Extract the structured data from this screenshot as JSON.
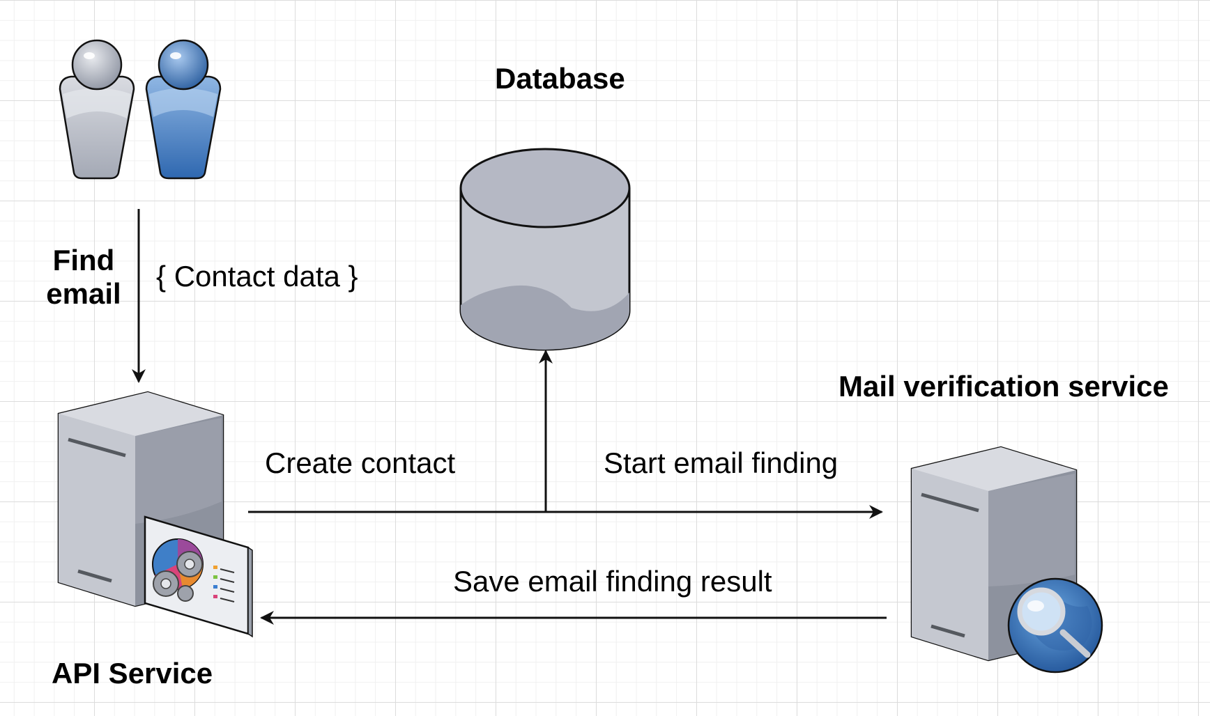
{
  "diagram": {
    "users_label_line1": "Find",
    "users_label_line2": "email",
    "request_payload": "{ Contact data }",
    "database_title": "Database",
    "api_service_title": "API Service",
    "mail_service_title": "Mail verification service",
    "edge_create_contact": "Create contact",
    "edge_start_finding": "Start email finding",
    "edge_save_result": "Save email finding result"
  },
  "icons": {
    "users": "users-icon",
    "database": "database-cylinder-icon",
    "api_server": "server-with-dashboard-icon",
    "mail_server": "server-with-globe-search-icon"
  },
  "colors": {
    "gray_body": "#c4c7cf",
    "gray_dark": "#9ea3b0",
    "blue_body": "#4f86c6",
    "blue_dark": "#2f64a8",
    "stroke": "#111111"
  }
}
